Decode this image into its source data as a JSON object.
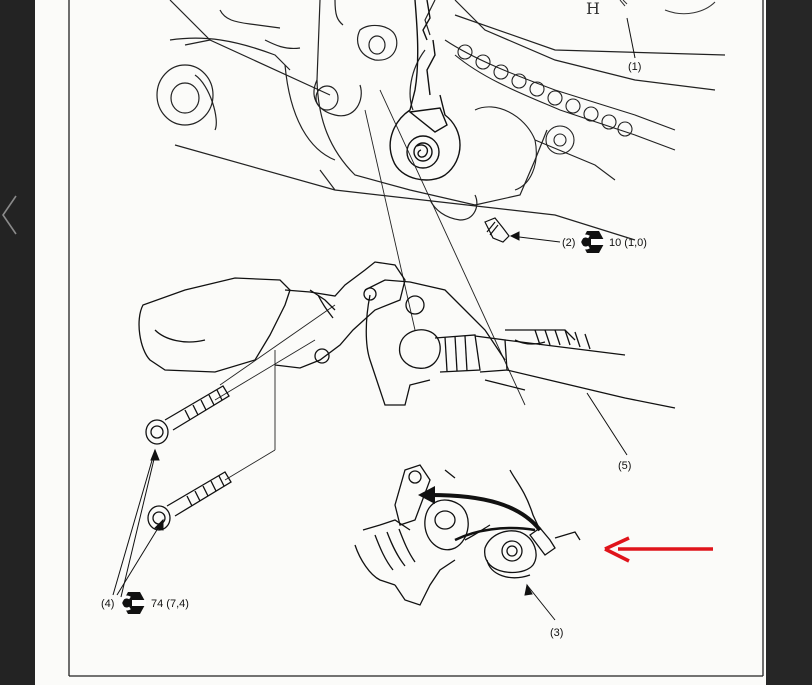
{
  "diagram": {
    "callouts": {
      "c1": "(1)",
      "c2": "(2)",
      "c3": "(3)",
      "c4": "(4)",
      "c5": "(5)"
    },
    "torques": {
      "t2": "10 (1,0)",
      "t4": "74 (7,4)"
    },
    "handwriting": "H",
    "accent_color": "#e0141b",
    "icons": [
      "chevron-left-icon",
      "torque-wrench-icon",
      "red-pointer-arrow"
    ]
  }
}
